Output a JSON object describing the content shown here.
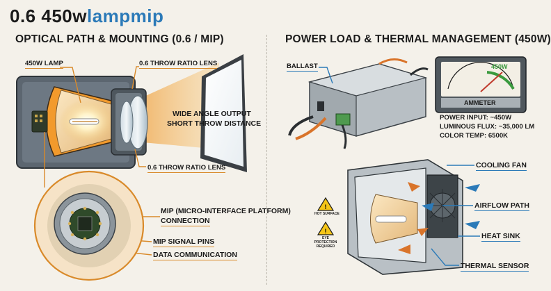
{
  "title_main": "0.6 450w",
  "title_accent": "lampmip",
  "left_section": {
    "heading": "OPTICAL PATH & MOUNTING (0.6 / MIP)",
    "label_lamp": "450W LAMP",
    "label_lens_top": "0.6 THROW RATIO LENS",
    "label_output_1": "WIDE ANGLE OUTPUT",
    "label_output_2": "SHORT THROW DISTANCE",
    "label_lens_bottom": "0.6 THROW RATIO LENS",
    "label_mip_1": "MIP (MICRO-INTERFACE PLATFORM)",
    "label_mip_2": "CONNECTION",
    "label_pins": "MIP SIGNAL PINS",
    "label_data": "DATA COMMUNICATION"
  },
  "right_section": {
    "heading": "POWER LOAD & THERMAL MANAGEMENT (450W)",
    "label_ballast": "BALLAST",
    "meter_value": "450W",
    "meter_name": "AMMETER",
    "stat_power": "POWER INPUT: ~450W",
    "stat_flux": "LUMINOUS FLUX: ~35,000 LM",
    "stat_color": "COLOR TEMP: 6500K",
    "label_fan": "COOLING FAN",
    "label_airflow": "AIRFLOW PATH",
    "label_heatsink": "HEAT SINK",
    "label_sensor": "THERMAL SENSOR",
    "warn_1": "HOT SURFACE",
    "warn_2": "EYE PROTECTION REQUIRED"
  },
  "colors": {
    "accent_blue": "#2b7ab8",
    "accent_orange": "#d98a2a",
    "housing": "#5c6670",
    "meter_green": "#3a9a3e"
  }
}
